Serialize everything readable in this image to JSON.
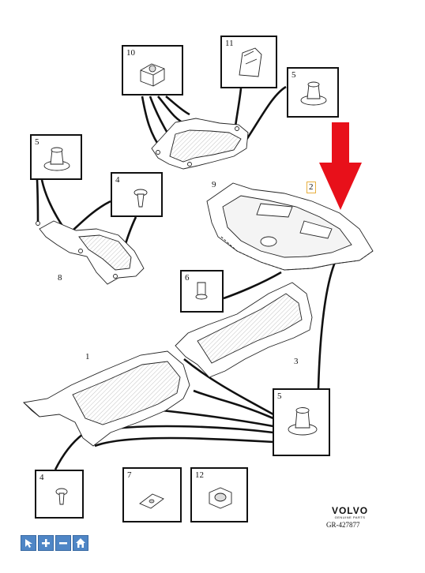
{
  "diagram": {
    "callouts": {
      "c1": "1",
      "c2": "2",
      "c3": "3",
      "c8": "8",
      "c9": "9"
    },
    "boxes": {
      "b10": "10",
      "b11": "11",
      "b5a": "5",
      "b5b": "5",
      "b4a": "4",
      "b6": "6",
      "b5c": "5",
      "b4b": "4",
      "b7": "7",
      "b12": "12"
    },
    "highlight_arrow_color": "#e8101a",
    "highlight_callout_color": "#e8b040"
  },
  "brand": {
    "name": "VOLVO",
    "sub": "GENUINE PARTS",
    "reference": "GR-427877"
  },
  "toolbar": {
    "buttons": [
      {
        "icon": "cursor-icon"
      },
      {
        "icon": "zoom-in-icon"
      },
      {
        "icon": "zoom-out-icon"
      },
      {
        "icon": "home-icon"
      }
    ],
    "color": "#4f86c6"
  }
}
